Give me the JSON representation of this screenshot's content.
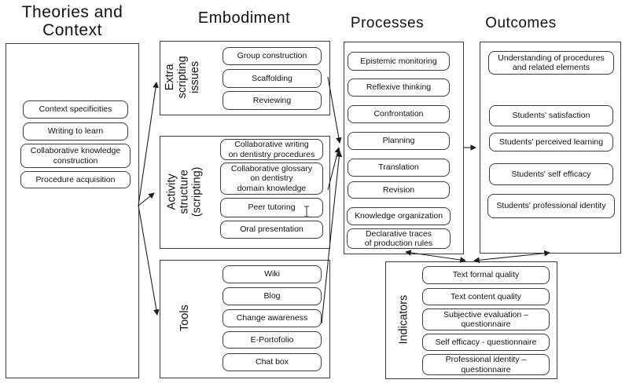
{
  "titles": {
    "theories": "Theories and\nContext",
    "embodiment": "Embodiment",
    "processes": "Processes",
    "outcomes": "Outcomes"
  },
  "groups": {
    "theories": {
      "items": [
        "Context specificities",
        "Writing to learn",
        "Collaborative knowledge\nconstruction",
        "Procedure acquisition"
      ]
    },
    "extra_scripting": {
      "label": "Extra scripting\nissues",
      "items": [
        "Group construction",
        "Scaffolding",
        "Reviewing"
      ]
    },
    "activity": {
      "label": "Activity structure\n(scripting)",
      "items": [
        "Collaborative writing\non dentistry procedures",
        "Collaborative glossary\non dentistry\ndomain knowledge",
        "Peer tutoring",
        "Oral presentation"
      ]
    },
    "tools": {
      "label": "Tools",
      "items": [
        "Wiki",
        "Blog",
        "Change awareness",
        "E-Portofolio",
        "Chat box"
      ]
    },
    "processes": {
      "items": [
        "Epistemic monitoring",
        "Reflexive thinking",
        "Confrontation",
        "Planning",
        "Translation",
        "Revision",
        "Knowledge organization",
        "Declarative traces\nof production rules"
      ]
    },
    "outcomes": {
      "items": [
        "Understanding of procedures\nand related elements",
        "Students' satisfaction",
        "Students' perceived learning",
        "Students' self efficacy",
        "Students' professional identity"
      ]
    },
    "indicators": {
      "label": "Indicators",
      "items": [
        "Text formal quality",
        "Text content quality",
        "Subjective evaluation –\nquestionnaire",
        "Self efficacy - questionnaire",
        "Professional identity –\nquestionnaire"
      ]
    }
  },
  "colors": {
    "line": "#1e1e1e",
    "box_border": "#3c3c3c",
    "background": "#ffffff"
  }
}
